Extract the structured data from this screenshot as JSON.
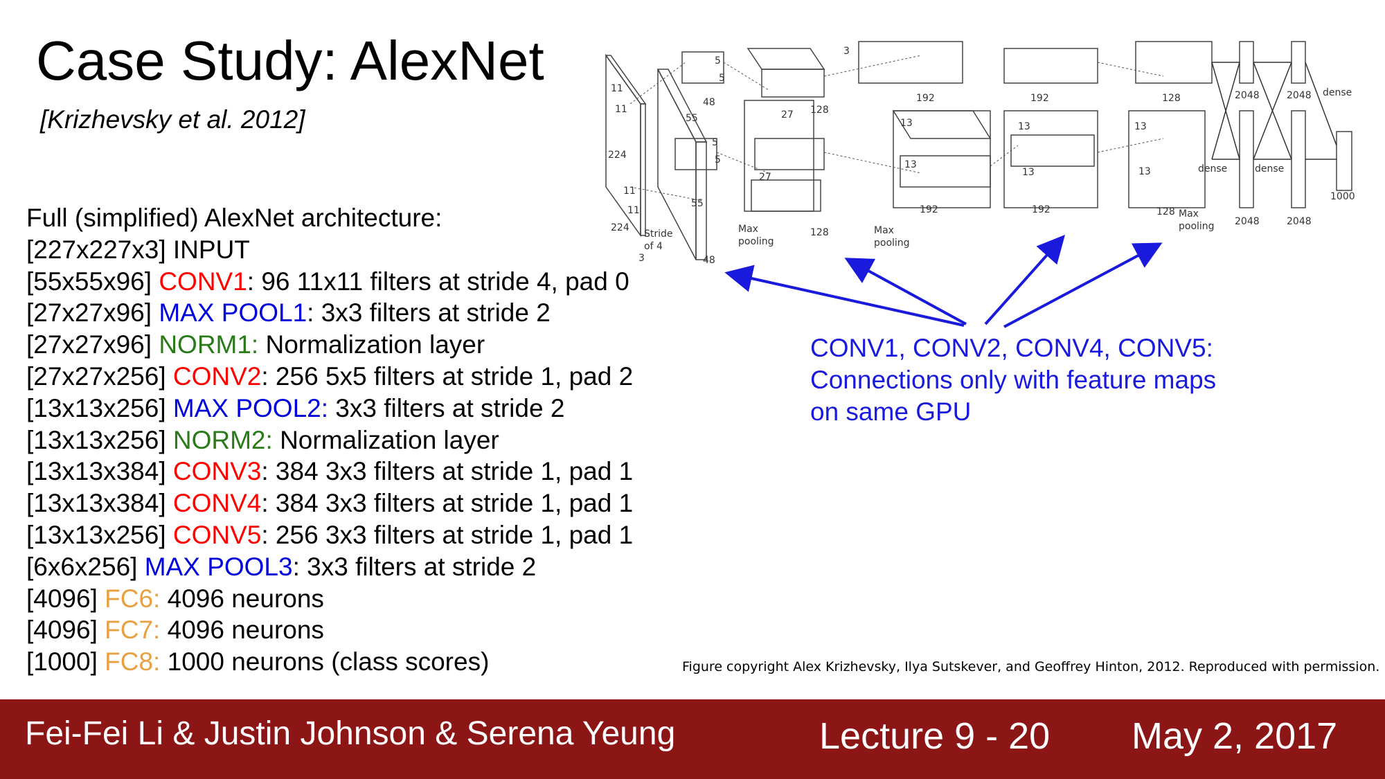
{
  "title": "Case Study: AlexNet",
  "citation": "[Krizhevsky et al. 2012]",
  "architecture": {
    "heading": "Full (simplified) AlexNet architecture:",
    "layers": [
      {
        "dims": "[227x227x3]",
        "name": "INPUT",
        "kind": "plain",
        "desc": ""
      },
      {
        "dims": "[55x55x96]",
        "name": "CONV1",
        "kind": "conv",
        "desc": ": 96 11x11 filters at stride 4, pad 0"
      },
      {
        "dims": "[27x27x96]",
        "name": "MAX POOL1",
        "kind": "pool",
        "desc": ": 3x3 filters at stride 2"
      },
      {
        "dims": "[27x27x96]",
        "name": "NORM1:",
        "kind": "norm",
        "desc": " Normalization layer"
      },
      {
        "dims": "[27x27x256]",
        "name": "CONV2",
        "kind": "conv",
        "desc": ": 256 5x5 filters at stride 1, pad 2"
      },
      {
        "dims": "[13x13x256]",
        "name": "MAX POOL2:",
        "kind": "pool",
        "desc": " 3x3 filters at stride 2"
      },
      {
        "dims": "[13x13x256]",
        "name": "NORM2:",
        "kind": "norm",
        "desc": " Normalization layer"
      },
      {
        "dims": "[13x13x384]",
        "name": "CONV3",
        "kind": "conv",
        "desc": ": 384 3x3 filters at stride 1, pad 1"
      },
      {
        "dims": "[13x13x384]",
        "name": "CONV4",
        "kind": "conv",
        "desc": ": 384 3x3 filters at stride 1, pad 1"
      },
      {
        "dims": "[13x13x256]",
        "name": "CONV5",
        "kind": "conv",
        "desc": ": 256 3x3 filters at stride 1, pad 1"
      },
      {
        "dims": "[6x6x256]",
        "name": "MAX POOL3",
        "kind": "pool",
        "desc": ": 3x3 filters at stride 2"
      },
      {
        "dims": "[4096]",
        "name": "FC6:",
        "kind": "fc",
        "desc": " 4096 neurons"
      },
      {
        "dims": "[4096]",
        "name": "FC7:",
        "kind": "fc",
        "desc": " 4096 neurons"
      },
      {
        "dims": "[1000]",
        "name": "FC8:",
        "kind": "fc",
        "desc": " 1000 neurons (class scores)"
      }
    ]
  },
  "colors": {
    "conv": "#ff0000",
    "pool": "#0000dd",
    "norm": "#2a7a1a",
    "fc": "#e8a040",
    "annotation": "#1a1adc",
    "footer_bg": "#8c1515"
  },
  "diagram": {
    "labels": {
      "input_size": "224",
      "input_size_bottom": "224",
      "input_depth": "3",
      "kernel_11a": "11",
      "kernel_11b": "11",
      "kernel_11c": "11",
      "kernel_11d": "11",
      "stride_line1": "Stride",
      "stride_line2": "of 4",
      "conv1_size_top": "55",
      "conv1_size_bottom": "55",
      "conv1_depth_top": "48",
      "conv1_depth_bottom": "48",
      "k5a": "5",
      "k5b": "5",
      "k5c": "5",
      "k5d": "5",
      "pool1_line1": "Max",
      "pool1_line2": "pooling",
      "conv2_size_top": "27",
      "conv2_size_bottom": "27",
      "conv2_depth_top": "128",
      "conv2_depth_bottom": "128",
      "pool2_line1": "Max",
      "pool2_line2": "pooling",
      "conv3_depth_top": "192",
      "conv3_depth_bottom": "192",
      "conv3_size_a": "13",
      "conv3_size_b": "13",
      "conv4_depth_top": "192",
      "conv4_depth_bottom": "192",
      "conv4_size_a": "13",
      "conv4_size_b": "13",
      "conv5_depth_top": "128",
      "conv5_depth_bottom": "128",
      "conv5_size_a": "13",
      "conv5_size_b": "13",
      "pool3_line1": "Max",
      "pool3_line2": "pooling",
      "k3": "3",
      "fc_top_a": "2048",
      "fc_top_b": "2048",
      "fc_bottom_a": "2048",
      "fc_bottom_b": "2048",
      "dense_a": "dense",
      "dense_b": "dense",
      "dense_c": "dense",
      "output": "1000"
    }
  },
  "annotation": {
    "line1": "CONV1, CONV2, CONV4, CONV5:",
    "line2": "Connections only with feature maps",
    "line3": "on same GPU"
  },
  "copyright": "Figure copyright Alex Krizhevsky, Ilya Sutskever, and Geoffrey Hinton, 2012. Reproduced with permission.",
  "footer": {
    "authors": "Fei-Fei Li & Justin Johnson & Serena Yeung",
    "lecture": "Lecture 9 - 20",
    "date": "May 2, 2017"
  }
}
